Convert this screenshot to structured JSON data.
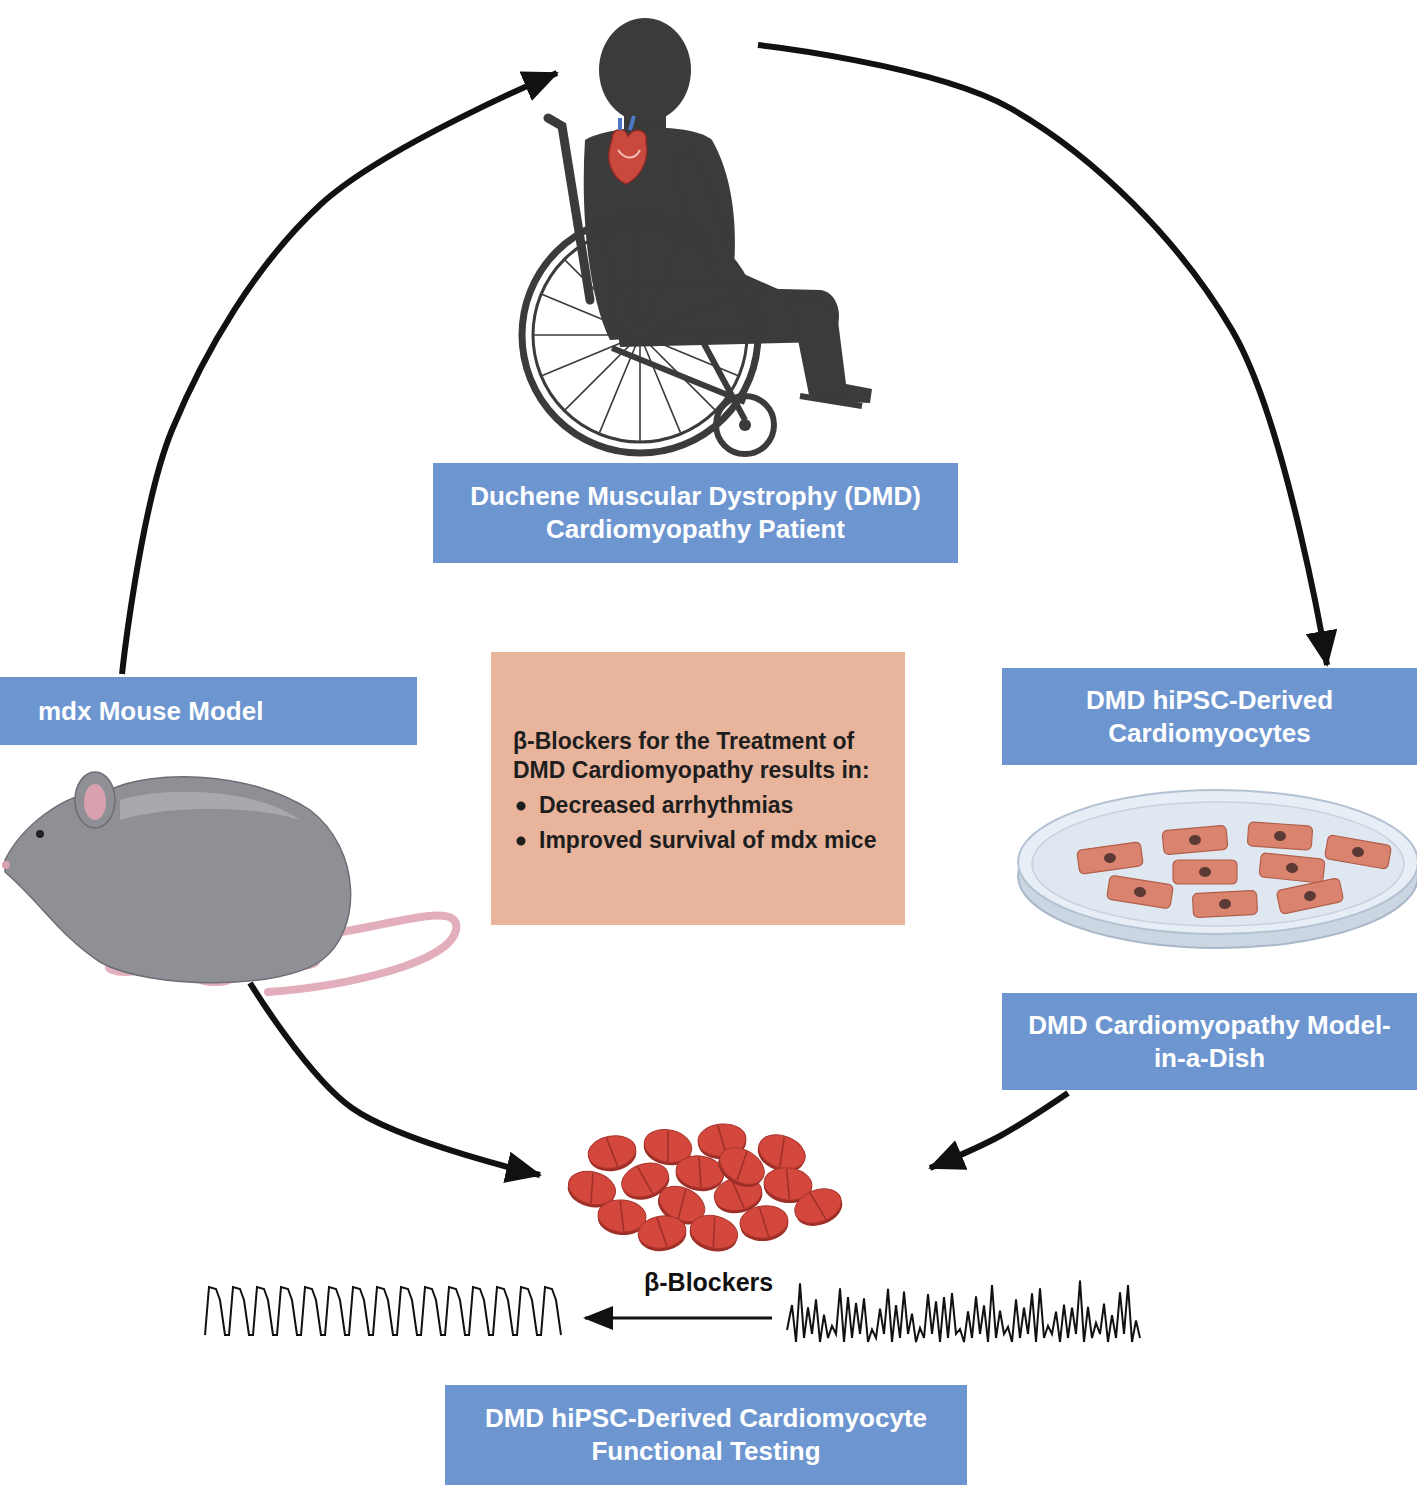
{
  "diagram": {
    "nodes": [
      {
        "text": [
          "Duchene Muscular Dystrophy (DMD) Cardiomyopathy Patient"
        ]
      },
      {
        "text": [
          "DMD hiPSC-Derived Cardiomyocytes"
        ]
      },
      {
        "text": [
          "DMD Cardiomyopathy Model-in-a-Dish"
        ]
      },
      {
        "text": [
          "DMD hiPSC-Derived Cardiomyocyte Functional Testing"
        ]
      },
      {
        "text": [
          "mdx Mouse Model"
        ]
      },
      {
        "text": [
          "β-Blockers for the Treatment of DMD Cardiomyopathy results in:",
          "Decreased arrhythmias",
          "Improved survival of mdx mice"
        ]
      }
    ],
    "edges": [
      {
        "from": 4,
        "to": 0,
        "arrow": "to"
      },
      {
        "from": 0,
        "to": 1,
        "arrow": "to"
      },
      {
        "from": 2,
        "to": 3,
        "arrow": "to"
      },
      {
        "from": 4,
        "to": 3,
        "arrow": "to"
      }
    ],
    "labels": [
      "β-Blockers"
    ]
  }
}
